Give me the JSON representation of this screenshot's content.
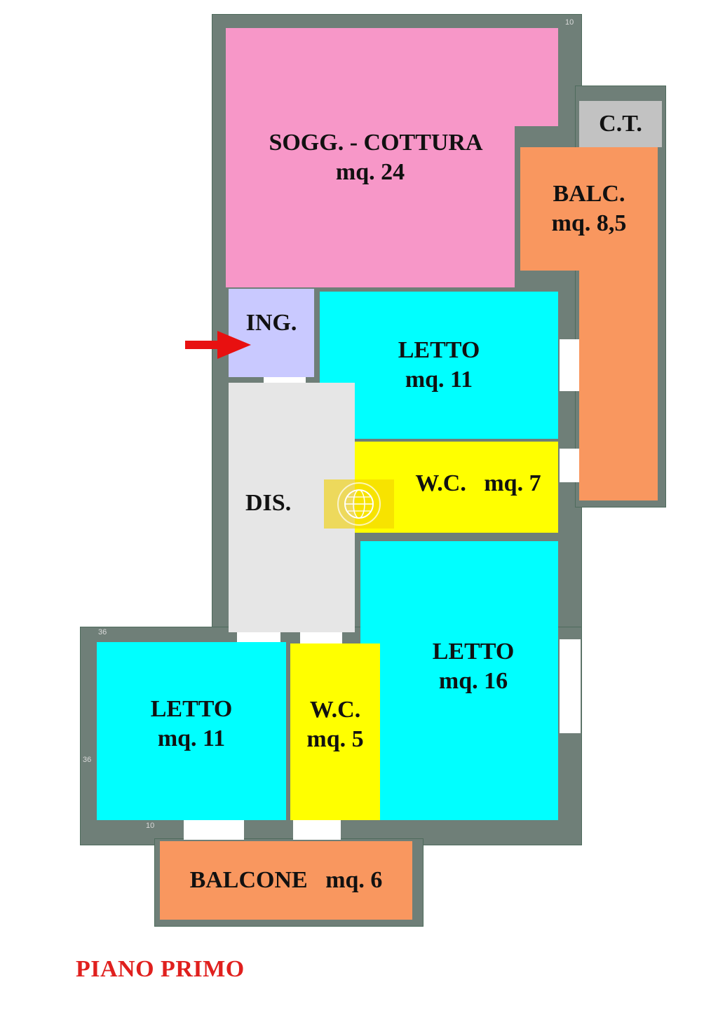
{
  "plan": {
    "title": "PIANO PRIMO",
    "entrance_arrow_icon": "red-arrow-icon",
    "watermark_icon": "globe-logo-icon",
    "colors": {
      "living": "#f797c8",
      "bedroom": "#00ffff",
      "bathroom": "#ffff00",
      "balcony": "#f9975f",
      "hall": "#e6e6e6",
      "entrance": "#c9c9ff",
      "utility": "#c2c2c2",
      "wall": "#6f7f78",
      "title": "#e0201e"
    },
    "wall_ticks": [
      "10",
      "36",
      "36",
      "10"
    ]
  },
  "rooms": {
    "soggiorno": {
      "label": "SOGG. - COTTURA",
      "area": "mq. 24"
    },
    "ct": {
      "label": "C.T."
    },
    "balc": {
      "label": "BALC.",
      "area": "mq. 8,5"
    },
    "ingresso": {
      "label": "ING."
    },
    "letto1": {
      "label": "LETTO",
      "area": "mq. 11"
    },
    "wc1": {
      "label": "W.C.   mq. 7"
    },
    "dis": {
      "label": "DIS."
    },
    "letto2": {
      "label": "LETTO",
      "area": "mq. 16"
    },
    "letto3": {
      "label": "LETTO",
      "area": "mq. 11"
    },
    "wc2": {
      "label": "W.C.",
      "area": "mq. 5"
    },
    "balcone": {
      "label": "BALCONE   mq. 6"
    }
  }
}
